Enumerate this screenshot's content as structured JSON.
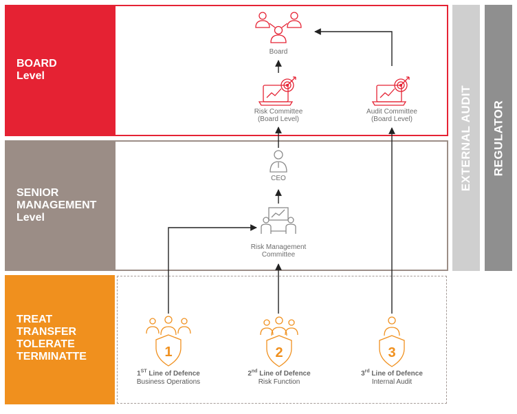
{
  "levels": {
    "board": {
      "lines": [
        "BOARD",
        "Level"
      ],
      "color": "#e52233"
    },
    "senior": {
      "lines": [
        "SENIOR",
        "MANAGEMENT",
        "Level"
      ],
      "color": "#9b8d86"
    },
    "treat": {
      "lines": [
        "TREAT",
        "TRANSFER",
        "TOLERATE",
        "TERMINATTE"
      ],
      "color": "#f0901e"
    }
  },
  "sidebars": {
    "external_audit": {
      "label": "EXTERNAL AUDIT",
      "color": "#cfcfcf"
    },
    "regulator": {
      "label": "REGULATOR",
      "color": "#8f8f8f"
    }
  },
  "nodes": {
    "board": {
      "label": "Board"
    },
    "risk_committee": {
      "lines": [
        "Risk Committee",
        "(Board Level)"
      ]
    },
    "audit_committee": {
      "lines": [
        "Audit Committee",
        "(Board Level)"
      ]
    },
    "ceo": {
      "label": "CEO"
    },
    "risk_management": {
      "lines": [
        "Risk Management",
        "Committee"
      ]
    }
  },
  "lines_of_defence": [
    {
      "number": "1",
      "ordinal": "1",
      "suffix": "ST",
      "title": " Line of Defence",
      "subtitle": "Business Operations"
    },
    {
      "number": "2",
      "ordinal": "2",
      "suffix": "nd",
      "title": " Line of Defence",
      "subtitle": "Risk Function"
    },
    {
      "number": "3",
      "ordinal": "3",
      "suffix": "rd",
      "title": " Line of Defence",
      "subtitle": "Internal Audit"
    }
  ],
  "colors": {
    "red_icon": "#e52233",
    "grey_icon": "#8a8a8a",
    "orange_icon": "#f0901e",
    "arrow": "#222222"
  }
}
